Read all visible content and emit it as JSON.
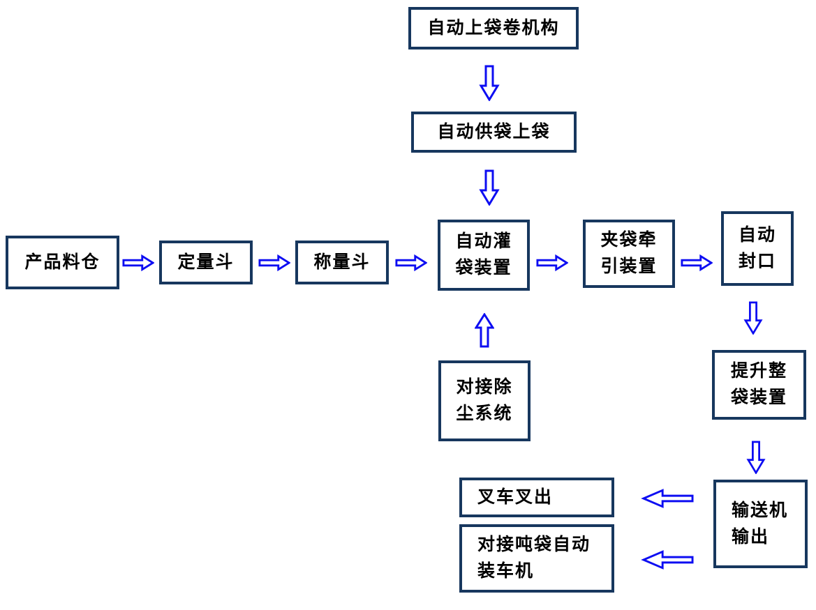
{
  "colors": {
    "box_border": "#17375e",
    "arrow": "#0d0df2",
    "text": "#000000",
    "canvas_bg": "#ffffff"
  },
  "nodes": {
    "bag_roll": {
      "label": "自动上袋卷机构"
    },
    "bag_supply": {
      "label": "自动供袋上袋"
    },
    "product_silo": {
      "label": "产品料仓"
    },
    "dosing_hopper": {
      "label": "定量斗"
    },
    "weighing_hopper": {
      "label": "称量斗"
    },
    "filling": {
      "line1": "自动灌",
      "line2": "袋装置"
    },
    "clamp_traction": {
      "line1": "夹袋牵",
      "line2": "引装置"
    },
    "sealing": {
      "line1": "自动",
      "line2": "封口"
    },
    "dedusting": {
      "line1": "对接除",
      "line2": "尘系统"
    },
    "lifting": {
      "line1": "提升整",
      "line2": "袋装置"
    },
    "conveyor_out": {
      "line1": "输送机",
      "line2": "输出"
    },
    "forklift": {
      "label": "叉车叉出"
    },
    "truck_loader": {
      "line1": "对接吨袋自动",
      "line2": "装车机"
    }
  }
}
